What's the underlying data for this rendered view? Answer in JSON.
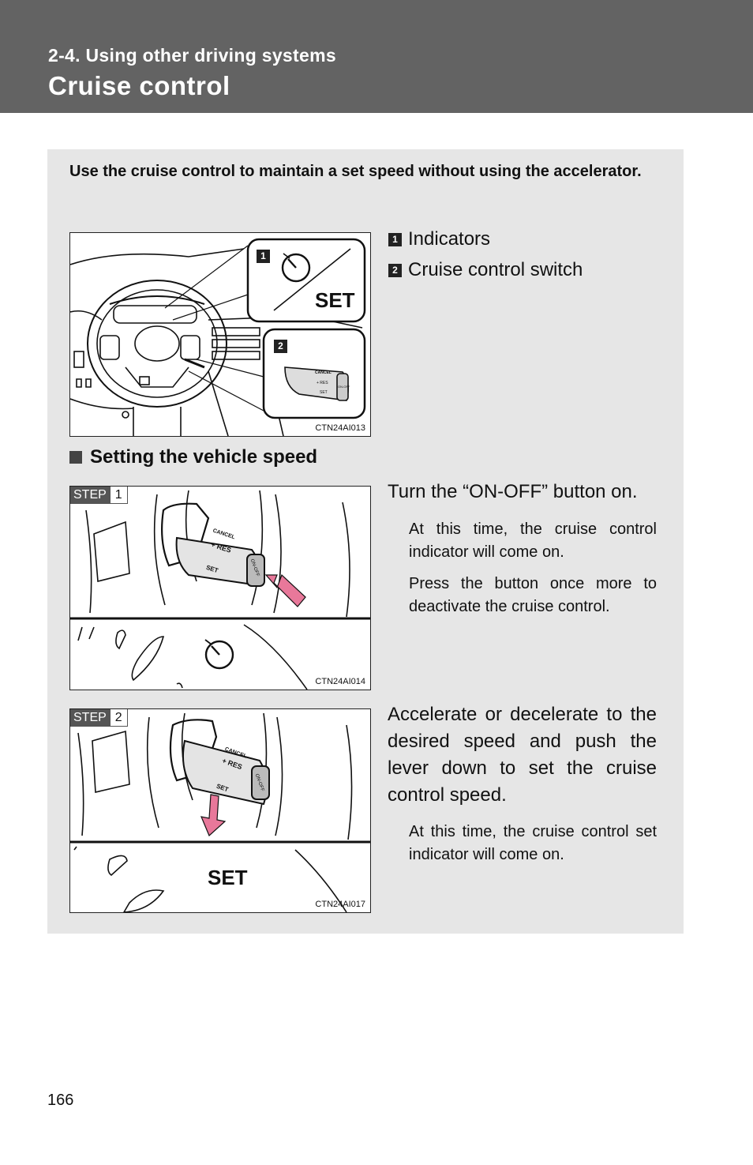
{
  "header": {
    "section": "2-4. Using other driving systems",
    "title": "Cruise control"
  },
  "intro": "Use the cruise control to maintain a set speed without using the accelerator.",
  "overview_figure": {
    "code": "CTN24AI013",
    "callouts": [
      "1",
      "2"
    ],
    "set_text": "SET",
    "switch_labels": [
      "CANCEL",
      "+ RES",
      "SET",
      "ON-OFF"
    ]
  },
  "legend": [
    {
      "num": "1",
      "label": "Indicators"
    },
    {
      "num": "2",
      "label": "Cruise control switch"
    }
  ],
  "subhead": "Setting the vehicle speed",
  "steps": [
    {
      "tag": "STEP",
      "num": "1",
      "code": "CTN24AI014",
      "instruction": "Turn the “ON-OFF” button on.",
      "notes": [
        "At this time, the cruise control indicator will come on.",
        "Press the button once more to deactivate the cruise control."
      ],
      "lever_labels": [
        "CANCEL",
        "+ RES",
        "SET",
        "ON-OFF"
      ]
    },
    {
      "tag": "STEP",
      "num": "2",
      "code": "CTN24AI017",
      "instruction": "Accelerate or decelerate to the desired speed and push the lever down to set the cruise control speed.",
      "notes": [
        "At this time, the cruise control set indicator will come on."
      ],
      "set_text": "SET",
      "lever_labels": [
        "CANCEL",
        "+ RES",
        "SET",
        "ON-OFF"
      ]
    }
  ],
  "page_number": "166",
  "colors": {
    "header_bg": "#636363",
    "panel_bg": "#e6e6e6",
    "arrow": "#e8789a"
  }
}
